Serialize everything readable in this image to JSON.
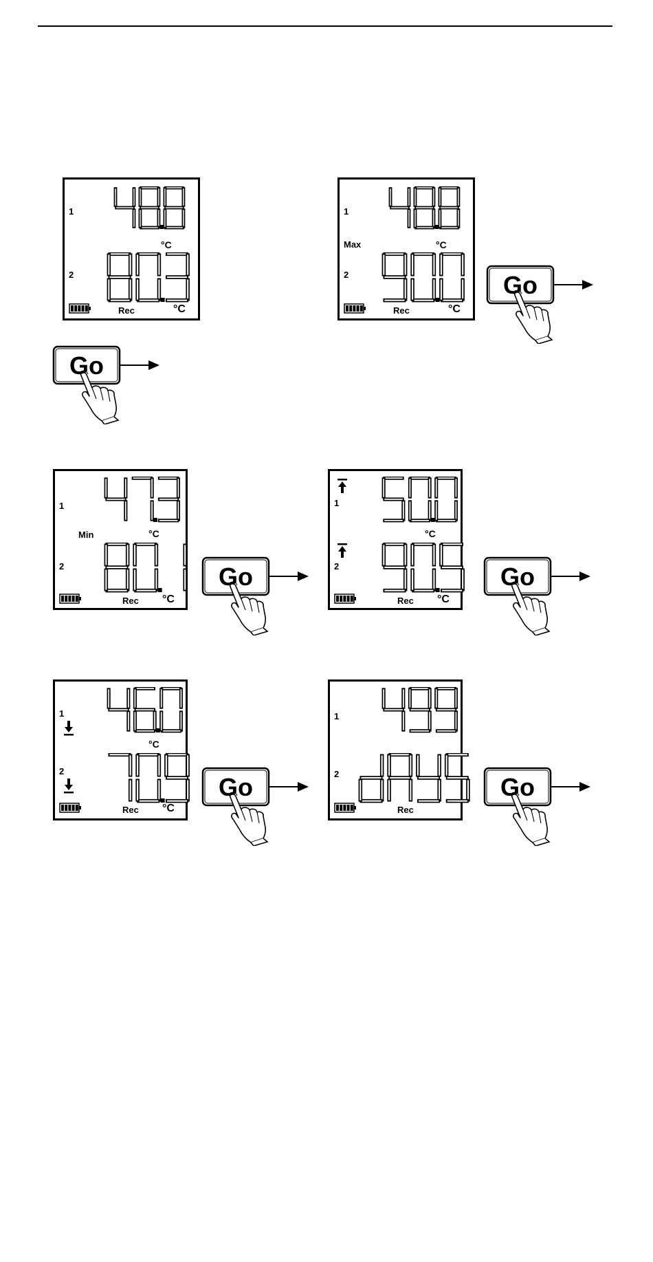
{
  "screens": [
    {
      "id": "s1",
      "row1": "48.8",
      "row2": "80.3",
      "ch1": "1",
      "ch2": "2",
      "unit1": "°C",
      "unit2": "°C",
      "mode": "",
      "rec": "Rec"
    },
    {
      "id": "s2",
      "row1": "48.8",
      "row2": "90.0",
      "ch1": "1",
      "ch2": "2",
      "unit1": "°C",
      "unit2": "°C",
      "mode": "Max",
      "rec": "Rec"
    },
    {
      "id": "s3",
      "row1": "47.3",
      "row2": "80.1",
      "ch1": "1",
      "ch2": "2",
      "unit1": "°C",
      "unit2": "°C",
      "mode": "Min",
      "rec": "Rec"
    },
    {
      "id": "s4",
      "row1": "50.0",
      "row2": "90.5",
      "ch1": "1",
      "ch2": "2",
      "unit1": "°C",
      "unit2": "°C",
      "mode": "",
      "rec": "Rec",
      "alarm": "high"
    },
    {
      "id": "s5",
      "row1": "46.0",
      "row2": "70.9",
      "ch1": "1",
      "ch2": "2",
      "unit1": "°C",
      "unit2": "°C",
      "mode": "",
      "rec": "Rec",
      "alarm": "low"
    },
    {
      "id": "s6",
      "row1": "499",
      "row2": "dAYS",
      "ch1": "1",
      "ch2": "2",
      "unit1": "",
      "unit2": "",
      "mode": "",
      "rec": "Rec"
    }
  ],
  "button": {
    "label": "Go"
  },
  "icons": {
    "battery": "battery-icon",
    "high": "high-alarm-icon",
    "low": "low-alarm-icon",
    "arrow": "arrow-right-icon",
    "hand": "pointing-hand-icon"
  }
}
